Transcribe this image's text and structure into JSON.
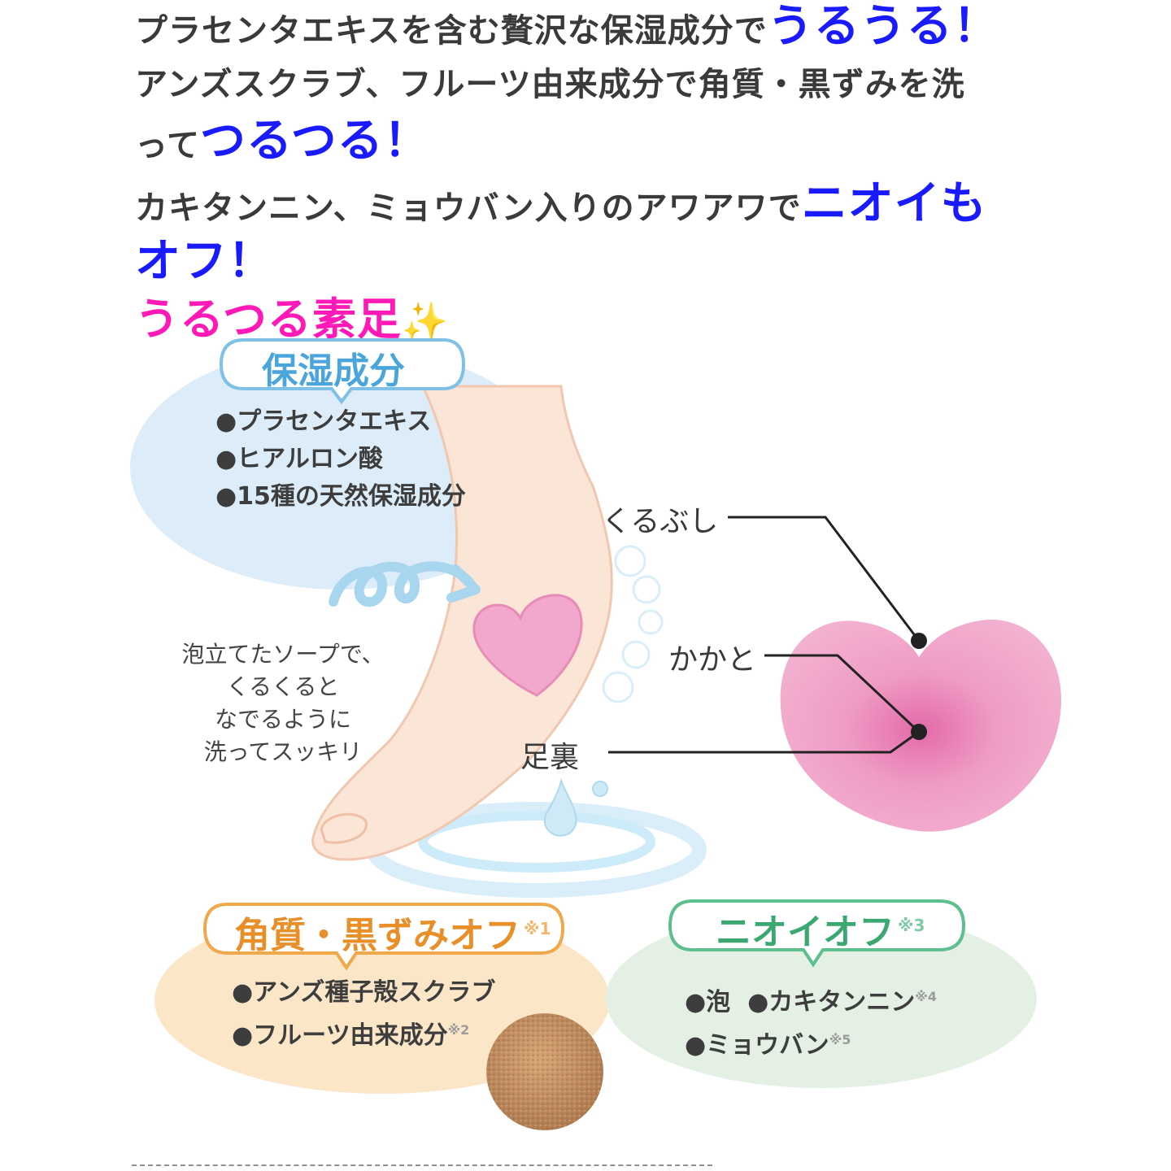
{
  "intro": {
    "line1_text": "プラセンタエキスを含む贅沢な保湿成分で",
    "line1_emphasis": "うるうる！",
    "line2_text": "アンズスクラブ、フルーツ由来成分で角質・黒ずみを洗",
    "line3_prefix": "って",
    "line3_emphasis": "つるつる！",
    "line4_text": "カキタンニン、ミョウバン入りのアワアワで",
    "line4_emphasis_a": "ニオイも",
    "line5_emphasis_b": "オフ！",
    "line6_text": "うるつる素足",
    "line6_sparkle": "✨"
  },
  "moisture": {
    "title": "保湿成分",
    "items": [
      "●プラセンタエキス",
      "●ヒアルロン酸",
      "●15種の天然保湿成分"
    ]
  },
  "caption": {
    "lines": [
      "泡立てたソープで、",
      "くるくると",
      "なでるように",
      "洗ってスッキリ"
    ]
  },
  "parts": {
    "kurubushi": "くるぶし",
    "kakato": "かかと",
    "ashiura": "足裏"
  },
  "exfoliate": {
    "title": "角質・黒ずみオフ",
    "title_note": "※1",
    "item1": "●アンズ種子殻スクラブ",
    "item2": "●フルーツ由来成分",
    "item2_note": "※2"
  },
  "odor": {
    "title": "ニオイオフ",
    "title_note": "※3",
    "item1a": "●泡",
    "item1b": "●カキタンニン",
    "item1b_note": "※4",
    "item2": "●ミョウバン",
    "item2_note": "※5"
  },
  "colors": {
    "emphasis_blue": "#1a1aff",
    "emphasis_pink": "#ff1ab8",
    "heart_pink": "#ef9fc6",
    "moisture_blob": "#d8ebf7",
    "exfoliate_blob": "#fbe6c4",
    "odor_blob": "#e2efe2"
  },
  "icons": [
    "sparkles-icon",
    "swirl-arrow-icon",
    "foam-bubbles-icon",
    "water-droplet-icon",
    "heart-icon",
    "scrub-particles-icon"
  ]
}
